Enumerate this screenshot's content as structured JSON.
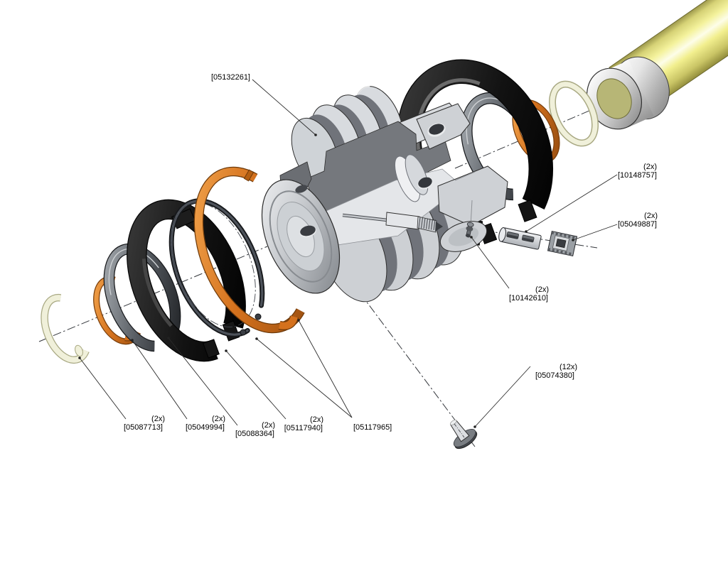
{
  "callouts": {
    "k05132261": {
      "qty": "",
      "num": "[05132261]"
    },
    "k10148757": {
      "qty": "(2x)",
      "num": "[10148757]"
    },
    "k05049887": {
      "qty": "(2x)",
      "num": "[05049887]"
    },
    "k10142610": {
      "qty": "(2x)",
      "num": "[10142610]"
    },
    "k05074380": {
      "qty": "(12x)",
      "num": "[05074380]"
    },
    "k05087713": {
      "qty": "(2x)",
      "num": "[05087713]"
    },
    "k05049994": {
      "qty": "(2x)",
      "num": "[05049994]"
    },
    "k05088364": {
      "qty": "(2x)",
      "num": "[05088364]"
    },
    "k05117940": {
      "qty": "(2x)",
      "num": "[05117940]"
    },
    "k05117965": {
      "qty": "",
      "num": "[05117965]"
    }
  },
  "colors": {
    "background": "#ffffff",
    "line": "#2b2b2b",
    "copper_ring": "#d4711d",
    "black_ring": "#141414",
    "gray_band_ring": "#565b61",
    "cream_ring": "#f0f0da",
    "steel_body": "#ced1d5",
    "cut_face": "#75787d",
    "rod_yellow": "#f4f29c"
  }
}
